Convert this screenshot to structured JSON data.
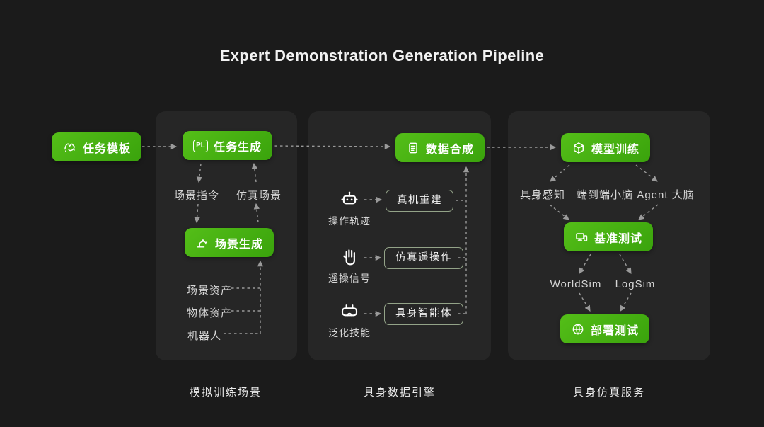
{
  "title": "Expert Demonstration Generation Pipeline",
  "start_node": {
    "label": "任务模板",
    "icon": "spark-scribble-icon"
  },
  "panel_sim_training": {
    "caption": "模拟训练场景",
    "task_generation": {
      "label": "任务生成",
      "badge": "PL",
      "icon": "pl-badge-icon"
    },
    "scene_instruction": "场景指令",
    "sim_scene": "仿真场景",
    "scene_generation": {
      "label": "场景生成",
      "icon": "robot-arm-icon"
    },
    "assets": [
      "场景资产",
      "物体资产",
      "机器人"
    ]
  },
  "panel_data_engine": {
    "caption": "具身数据引擎",
    "data_synthesis": {
      "label": "数据合成",
      "icon": "data-doc-icon"
    },
    "rows": [
      {
        "icon": "robot-icon",
        "source": "操作轨迹",
        "target": "真机重建"
      },
      {
        "icon": "glove-icon",
        "source": "遥操信号",
        "target": "仿真遥操作"
      },
      {
        "icon": "vr-headset-icon",
        "source": "泛化技能",
        "target": "具身智能体"
      }
    ]
  },
  "panel_sim_service": {
    "caption": "具身仿真服务",
    "model_training": {
      "label": "模型训练",
      "icon": "cube-icon"
    },
    "brains": [
      "具身感知",
      "端到端小脑",
      "Agent 大脑"
    ],
    "benchmark": {
      "label": "基准测试",
      "icon": "devices-icon"
    },
    "sims": [
      "WorldSim",
      "LogSim"
    ],
    "deployment": {
      "label": "部署测试",
      "icon": "globe-icon"
    }
  },
  "colors": {
    "background": "#1b1b1b",
    "panel": "#262626",
    "accent_green": "#44b011",
    "arrow": "#999999",
    "text_primary": "#f2f2f2",
    "text_secondary": "#d6d6d6"
  }
}
